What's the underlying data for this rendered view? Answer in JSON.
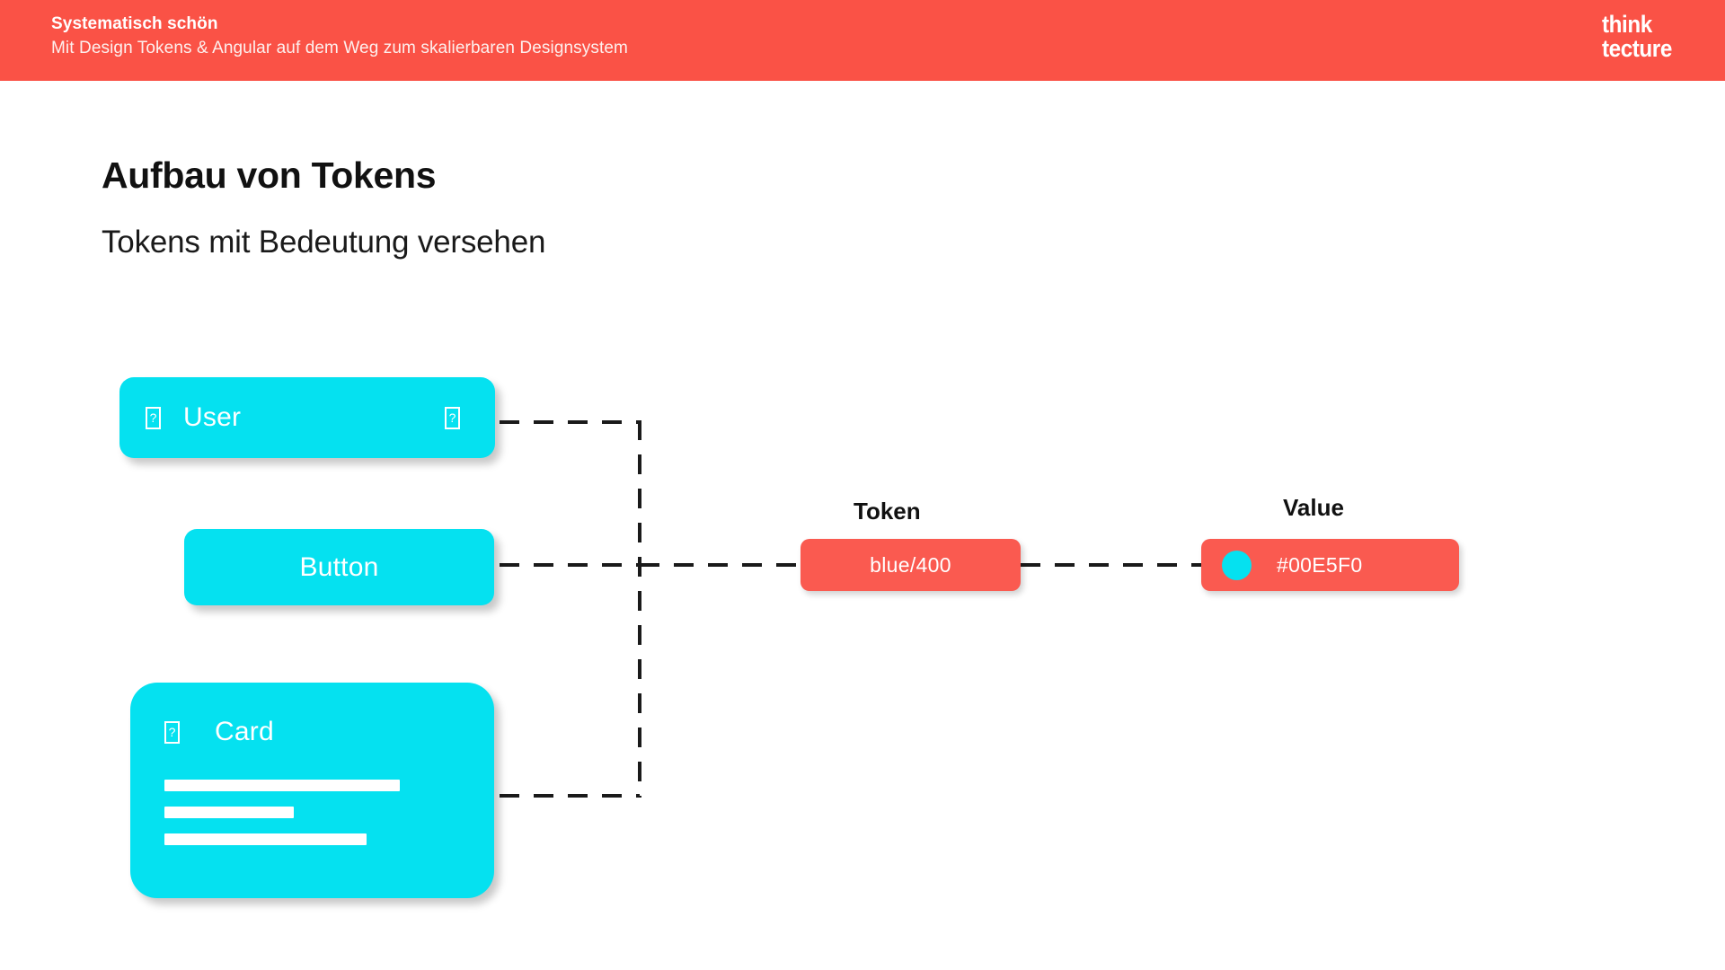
{
  "header": {
    "title": "Systematisch schön",
    "subtitle": "Mit Design Tokens & Angular auf dem Weg zum skalierbaren Designsystem",
    "brand_line1": "think",
    "brand_line2": "tecture",
    "background_color": "#FA5246"
  },
  "slide": {
    "title": "Aufbau von Tokens",
    "subtitle": "Tokens mit Bedeutung versehen"
  },
  "diagram": {
    "components": [
      {
        "id": "user",
        "label": "User",
        "icon_left": "missing-glyph-icon",
        "icon_right": "missing-glyph-icon"
      },
      {
        "id": "button",
        "label": "Button"
      },
      {
        "id": "card",
        "label": "Card",
        "icon_left": "missing-glyph-icon"
      }
    ],
    "columns": {
      "token_heading": "Token",
      "value_heading": "Value"
    },
    "token": {
      "name": "blue/400"
    },
    "value": {
      "hex": "#00E5F0",
      "swatch_color": "#00E5F0"
    },
    "colors": {
      "component_fill": "#00E5F0",
      "pill_fill": "#FA5A50",
      "connector": "#1A1A1A"
    }
  }
}
